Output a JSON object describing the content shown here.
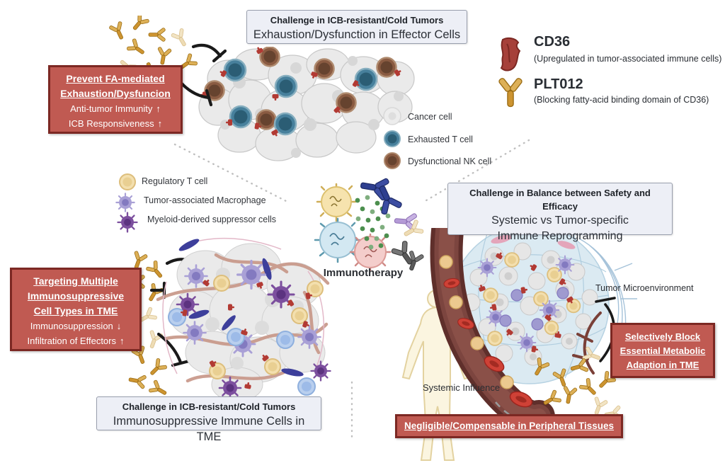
{
  "colors": {
    "red_box_bg": "#c05a52",
    "red_box_border": "#7c2823",
    "challenge_box_bg": "#edeff6",
    "challenge_box_border": "#989eac",
    "antibody_gold": "#cd9430",
    "exhausted_t_teal": "#47809c",
    "nk_brown": "#8a5b42",
    "cancer_gray": "#e9e9e9",
    "treg_tan": "#f3dfae",
    "macrophage_lavender": "#a9a0d6",
    "mdsc_purple": "#7c4f9e",
    "cd36_red": "#a6403a"
  },
  "boxes": {
    "top_challenge": {
      "title": "Challenge in ICB-resistant/Cold Tumors",
      "subtitle": "Exhaustion/Dysfunction in Effector Cells"
    },
    "bottom_left_challenge": {
      "title": "Challenge in ICB-resistant/Cold Tumors",
      "subtitle": "Immunosuppressive Immune Cells in TME"
    },
    "right_challenge": {
      "title": "Challenge in Balance between Safety and Efficacy",
      "subtitle_line1": "Systemic vs Tumor-specific",
      "subtitle_line2": "Immune Reprogramming"
    },
    "top_left_red": {
      "heading_line1": "Prevent FA-mediated",
      "heading_line2": "Exhaustion/Dysfuncion",
      "line1": "Anti-tumor Immunity",
      "line1_arrow": "↑",
      "line2": "ICB Responsiveness",
      "line2_arrow": "↑"
    },
    "left_red": {
      "heading_line1": "Targeting Multiple",
      "heading_line2": "Immunosuppressive",
      "heading_line3": "Cell Types in TME",
      "line1": "Immunosuppression",
      "line1_arrow": "↓",
      "line2": "Infiltration of Effectors",
      "line2_arrow": "↑"
    },
    "right_red": {
      "heading_line1": "Selectively Block",
      "heading_line2": "Essential Metabolic",
      "heading_line3": "Adaption in TME"
    },
    "bottom_right_red": {
      "heading": "Negligible/Compensable in Peripheral Tissues"
    }
  },
  "legends": {
    "cd36": {
      "name": "CD36",
      "desc": "(Upregulated in tumor-associated immune cells)",
      "icon": "cd36-receptor-icon"
    },
    "plt012": {
      "name": "PLT012",
      "desc": "(Blocking fatty-acid binding domain of CD36)",
      "icon": "antibody-icon"
    },
    "cells_top": [
      {
        "label": "Cancer cell",
        "icon": "cancer-cell-icon"
      },
      {
        "label": "Exhausted T cell",
        "icon": "exhausted-t-cell-icon"
      },
      {
        "label": "Dysfunctional NK cell",
        "icon": "dysfunctional-nk-cell-icon"
      }
    ],
    "cells_left": [
      {
        "label": "Regulatory T cell",
        "icon": "regulatory-t-cell-icon"
      },
      {
        "label": "Tumor-associated Macrophage",
        "icon": "macrophage-icon"
      },
      {
        "label": "Myeloid-derived suppressor cells",
        "icon": "mdsc-icon"
      }
    ]
  },
  "labels": {
    "immunotherapy": "Immunotherapy",
    "tumor_microenvironment": "Tumor Microenvironment",
    "systemic_influence": "Systemic Influence"
  }
}
